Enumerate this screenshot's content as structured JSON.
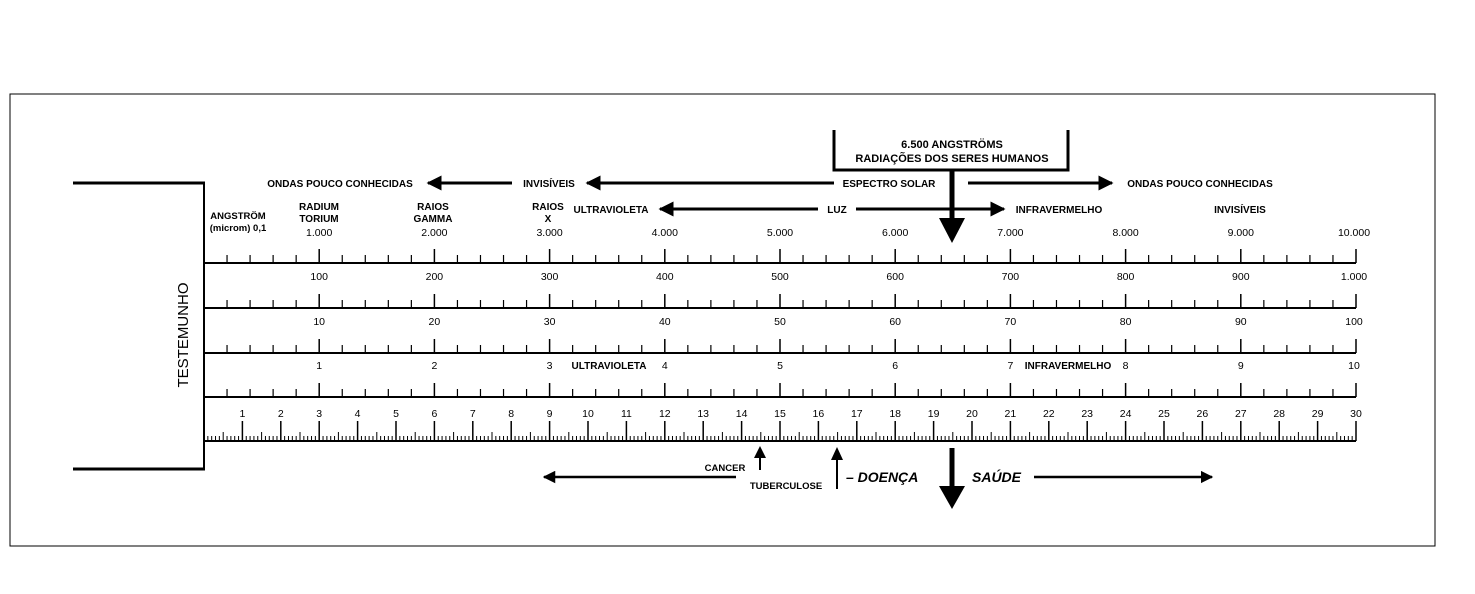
{
  "testemunho_label": "TESTEMUNHO",
  "header_box": {
    "line1": "6.500 ANGSTRÖMS",
    "line2": "RADIAÇÕES DOS SERES HUMANOS"
  },
  "spectrum_row": {
    "left_known": "ONDAS POUCO CONHECIDAS",
    "invisible_left": "INVISÍVEIS",
    "solar": "ESPECTRO SOLAR",
    "right_known": "ONDAS POUCO CONHECIDAS"
  },
  "light_row": {
    "ultraviolet": "ULTRAVIOLETA",
    "light": "LUZ",
    "infrared": "INFRAVERMELHO",
    "invisible_right": "INVISÍVEIS"
  },
  "category_labels": {
    "angstrom_1": "ANGSTRÖM",
    "angstrom_2": "(microm) 0,1",
    "radium_1": "RADIUM",
    "radium_2": "TORIUM",
    "gamma_1": "RAIOS",
    "gamma_2": "GAMMA",
    "xray_1": "RAIOS",
    "xray_2": "X"
  },
  "scales": {
    "row1": [
      "1.000",
      "2.000",
      "3.000",
      "4.000",
      "5.000",
      "6.000",
      "7.000",
      "8.000",
      "9.000",
      "10.000"
    ],
    "row2": [
      "100",
      "200",
      "300",
      "400",
      "500",
      "600",
      "700",
      "800",
      "900",
      "1.000"
    ],
    "row3": [
      "10",
      "20",
      "30",
      "40",
      "50",
      "60",
      "70",
      "80",
      "90",
      "100"
    ],
    "row4": [
      "1",
      "2",
      "3",
      "4",
      "5",
      "6",
      "7",
      "8",
      "9",
      "10"
    ],
    "row5": [
      "1",
      "2",
      "3",
      "4",
      "5",
      "6",
      "7",
      "8",
      "9",
      "10",
      "11",
      "12",
      "13",
      "14",
      "15",
      "16",
      "17",
      "18",
      "19",
      "20",
      "21",
      "22",
      "23",
      "24",
      "25",
      "26",
      "27",
      "28",
      "29",
      "30"
    ]
  },
  "row4_extra": {
    "ultraviolet": "ULTRAVIOLETA",
    "infrared": "INFRAVERMELHO"
  },
  "bottom": {
    "cancer": "CANCER",
    "tuberculose": "TUBERCULOSE",
    "doenca": "– DOENÇA",
    "saude": "SAÚDE"
  }
}
